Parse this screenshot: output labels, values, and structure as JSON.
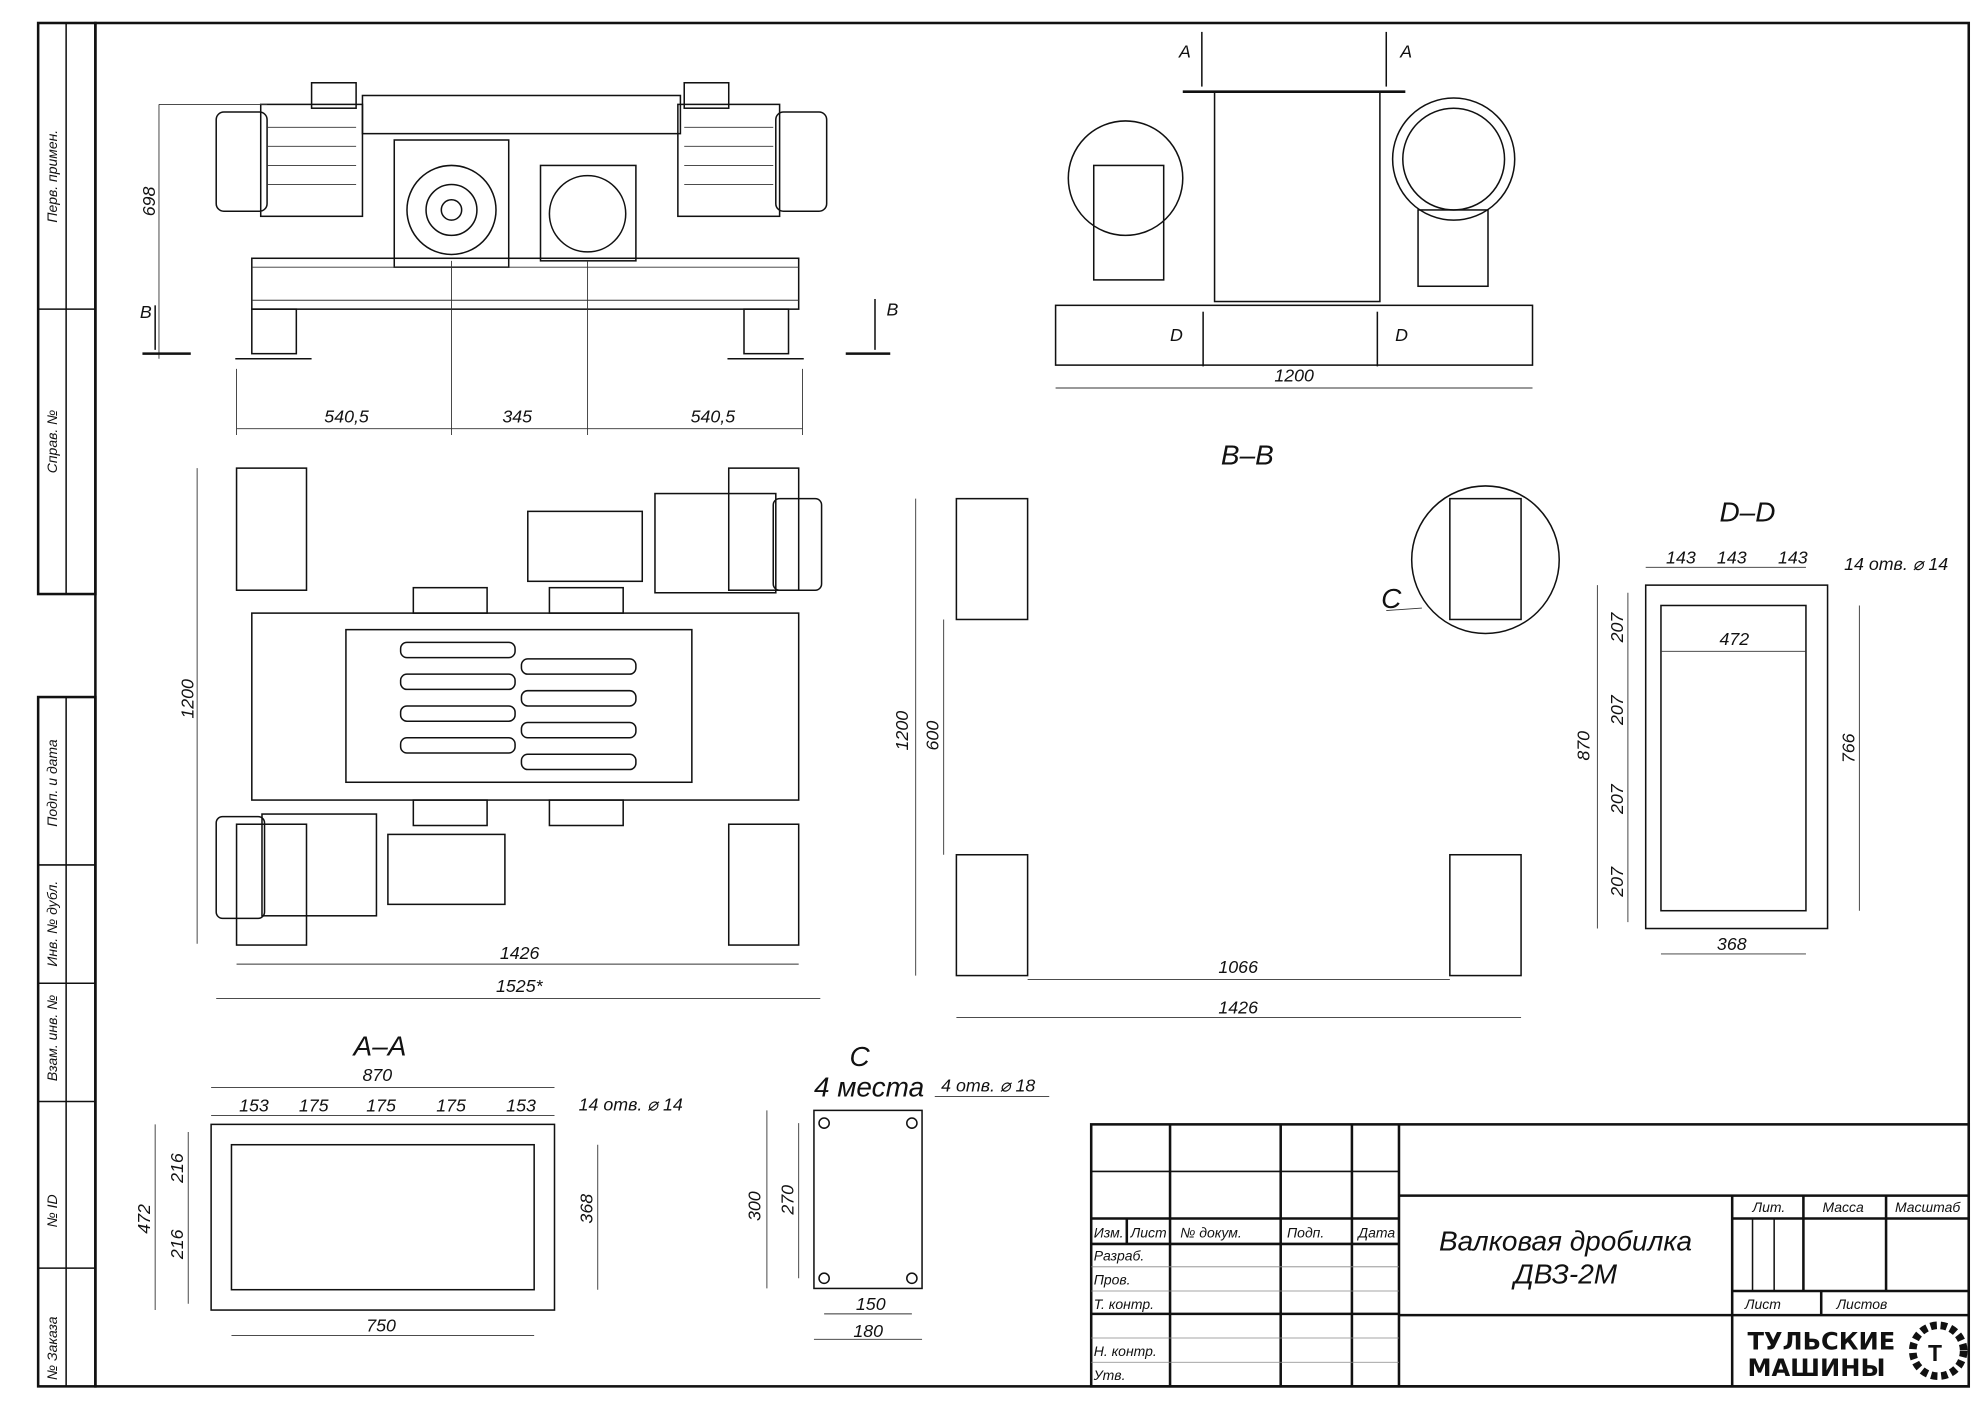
{
  "title_block": {
    "name_line1": "Валковая дробилка",
    "name_line2": "ДВЗ-2М",
    "headers": [
      "Изм.",
      "Лист",
      "№ докум.",
      "Подп.",
      "Дата"
    ],
    "rows": [
      "Разраб.",
      "Пров.",
      "Т. контр.",
      "Н. контр.",
      "Утв."
    ],
    "lit": "Лит.",
    "mass": "Масса",
    "scale": "Масштаб",
    "sheet": "Лист",
    "sheets": "Листов",
    "logo_line1": "ТУЛЬСКИЕ",
    "logo_line2": "МАШИНЫ"
  },
  "side_stamps": [
    "Перв. примен.",
    "Справ. №",
    "Подп. и дата",
    "Инв. № дубл.",
    "Взам. инв. №",
    "№ ID",
    "№ Заказа"
  ],
  "front_view": {
    "height": "698",
    "dims": [
      "540,5",
      "345",
      "540,5"
    ],
    "section": "B"
  },
  "side_view": {
    "section_a": "A",
    "section_d": "D",
    "width": "1200"
  },
  "top_view": {
    "height": "1200",
    "width1": "1426",
    "width2": "1525*"
  },
  "section_bb": {
    "title": "B–B",
    "h1": "1200",
    "h2": "600",
    "w1": "1066",
    "w2": "1426",
    "callout": "C"
  },
  "section_dd": {
    "title": "D–D",
    "pitch": [
      "143",
      "143",
      "143"
    ],
    "holes": "14 отв. ⌀ 14",
    "vpitch": [
      "207",
      "207",
      "207",
      "207"
    ],
    "h_outer": "870",
    "w_inner": "472",
    "h_inner": "766",
    "w_bottom": "368"
  },
  "section_aa": {
    "title": "A–A",
    "w_outer": "870",
    "pitch": [
      "153",
      "175",
      "175",
      "175",
      "153"
    ],
    "holes": "14 отв. ⌀ 14",
    "vpitch": [
      "216",
      "216"
    ],
    "h_outer": "472",
    "h_inner": "368",
    "w_inner": "750"
  },
  "detail_c": {
    "title": "C",
    "qty": "4 места",
    "holes": "4 отв. ⌀ 18",
    "h_outer": "300",
    "h_inner": "270",
    "w_inner": "150",
    "w_outer": "180"
  }
}
